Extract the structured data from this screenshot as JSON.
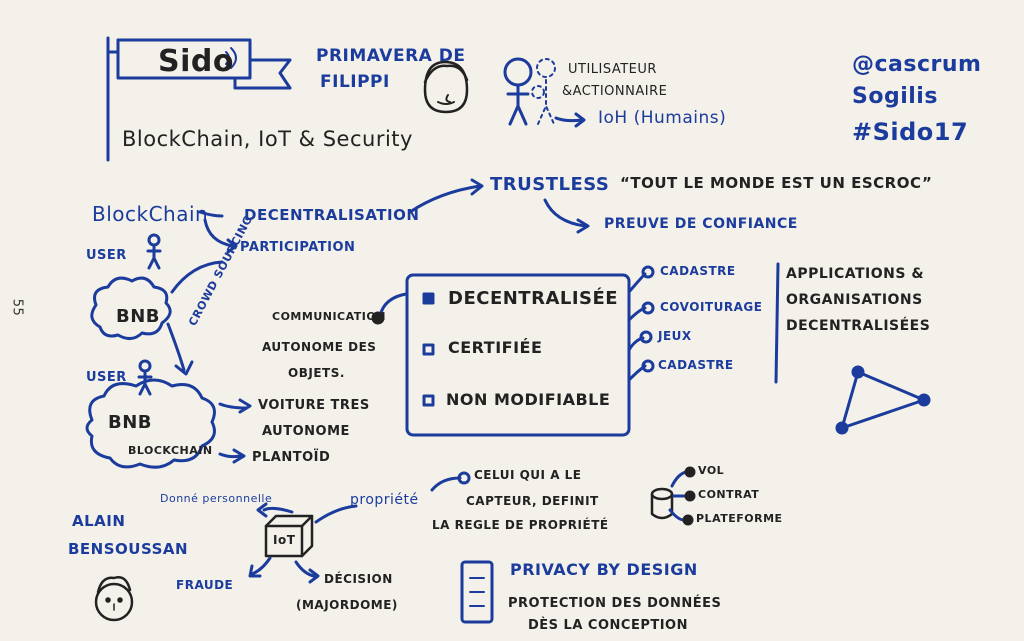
{
  "header": {
    "logo": "Sido",
    "speaker": "PRIMAVERA DE FILIPPI",
    "speaker_line1": "PRIMAVERA DE",
    "speaker_line2": "FILIPPI",
    "subtitle": "BlockChain, IoT & Security"
  },
  "user_legend": {
    "line1": "UTILISATEUR",
    "line2": "&ACTIONNAIRE",
    "ioh": "IoH (Humains)"
  },
  "handles": {
    "h1": "@cascrum",
    "h2": "Sogilis",
    "h3": "#Sido17"
  },
  "flow": {
    "blockchain": "BlockChain",
    "decentralisation": "DECENTRALISATION",
    "participation": "PARTICIPATION",
    "trustless": "TRUSTLESS",
    "quote": "“TOUT LE MONDE EST UN ESCROC”",
    "preuve": "PREUVE DE CONFIANCE",
    "user1": "USER",
    "user2": "USER",
    "crowd": "CROWD SOURCING",
    "bnb1": "BNB",
    "bnb2": "BNB",
    "bnb2_sub": "BLOCKCHAIN",
    "comm1": "COMMUNICATION",
    "comm2": "AUTONOME DES",
    "comm3": "OBJETS.",
    "voiture1": "VOITURE TRES",
    "voiture2": "AUTONOME",
    "plantoid": "PLANTOÏD"
  },
  "box": {
    "items": [
      "DECENTRALISÉE",
      "CERTIFIÉE",
      "NON MODIFIABLE"
    ]
  },
  "apps": {
    "items": [
      "CADASTRE",
      "COVOITURAGE",
      "JEUX",
      "CADASTRE"
    ],
    "title1": "APPLICATIONS &",
    "title2": "ORGANISATIONS",
    "title3": "DECENTRALISÉES"
  },
  "iot": {
    "label": "IoT",
    "donnee": "Donné personnelle",
    "propriete": "propriété",
    "celui1": "CELUI QUI A LE",
    "celui2": "CAPTEUR, DEFINIT",
    "celui3": "LA REGLE DE PROPRIÉTÉ",
    "fraude": "FRAUDE",
    "decision1": "DÉCISION",
    "decision2": "(MAJORDOME)",
    "vol": "VOL",
    "contrat": "CONTRAT",
    "plateforme": "PLATEFORME"
  },
  "speaker2": {
    "line1": "ALAIN",
    "line2": "BENSOUSSAN"
  },
  "privacy": {
    "title": "PRIVACY BY DESIGN",
    "line1": "PROTECTION DES DONNÉES",
    "line2": "DÈS LA CONCEPTION"
  },
  "margin_number": "55",
  "colors": {
    "ink": "#1b3c9c",
    "dark": "#222222",
    "paper": "#f4f1ea"
  }
}
